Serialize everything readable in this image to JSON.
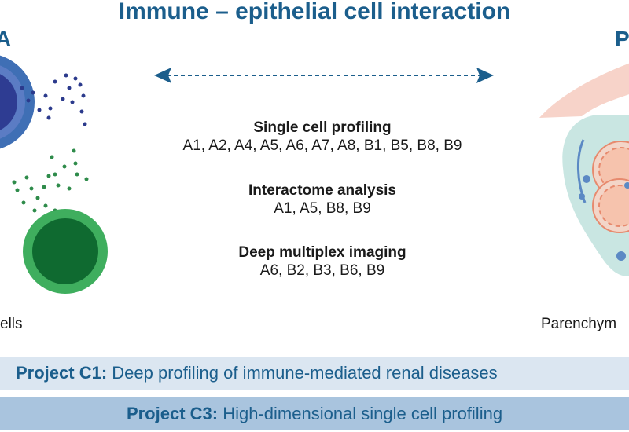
{
  "title": "Immune – epithelial cell interaction",
  "corner_labels": {
    "left": "A",
    "right": "P"
  },
  "methods": [
    {
      "heading": "Single cell profiling",
      "projects": "A1, A2, A4, A5, A6, A7, A8, B1, B5, B8, B9"
    },
    {
      "heading": "Interactome analysis",
      "projects": "A1, A5, B8, B9"
    },
    {
      "heading": "Deep multiplex imaging",
      "projects": "A6, B2, B3, B6, B9"
    }
  ],
  "captions": {
    "left": "ells",
    "right": "Parenchym"
  },
  "banners": [
    {
      "label": "Project C1:",
      "text": " Deep profiling of immune-mediated renal diseases"
    },
    {
      "label": "Project C3:",
      "text": " High-dimensional single cell profiling"
    }
  ],
  "colors": {
    "title": "#1b5e8c",
    "immune_blue": "#2b3a8c",
    "immune_green": "#2e8b4a",
    "tissue_teal": "#c9e6e2",
    "tissue_salmon": "#f2a894",
    "banner_light": "#dbe6f1",
    "banner_dark": "#a9c4de"
  }
}
